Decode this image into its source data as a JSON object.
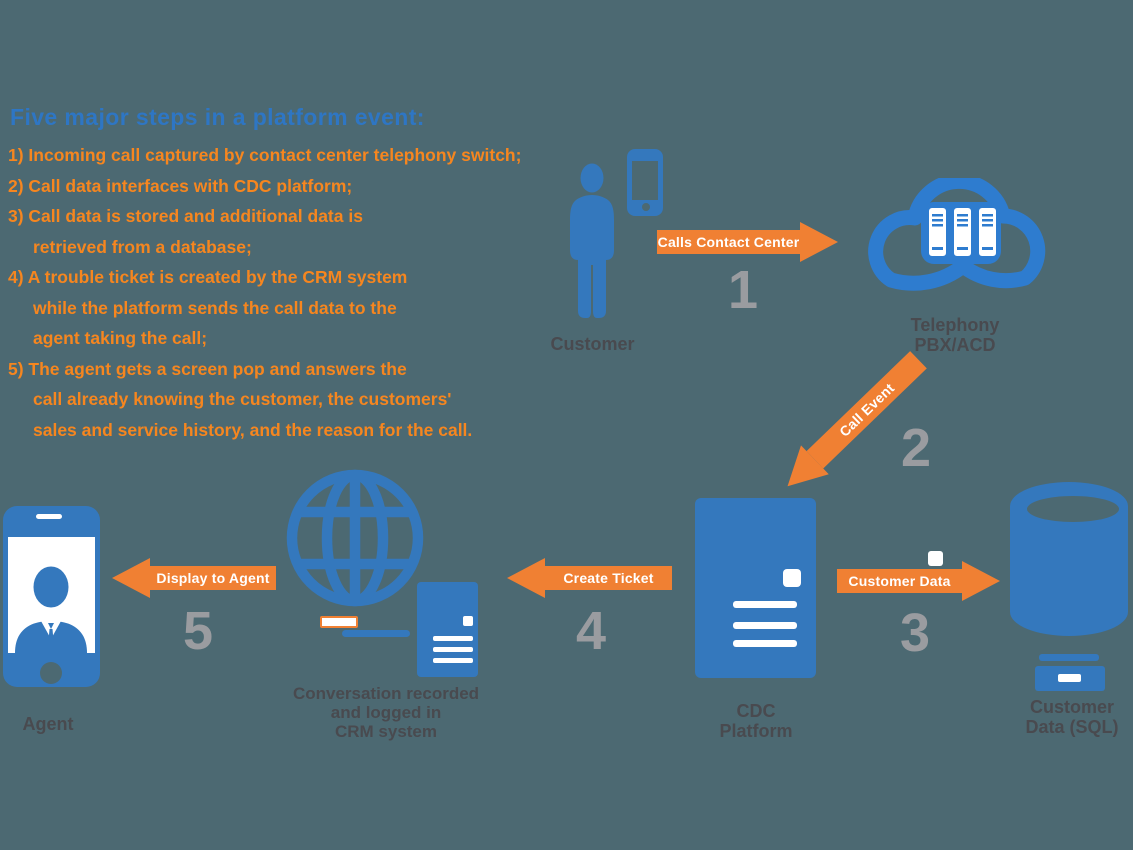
{
  "colors": {
    "background": "#4C6972",
    "icon_blue": "#3478BD",
    "cloud_blue": "#2E7CCF",
    "arrow_orange": "#F08033",
    "steps_orange": "#F6861F",
    "title_blue": "#2E76C4",
    "label_charcoal": "#494A4F",
    "number_gray": "#9A9CA0"
  },
  "intro": {
    "title": "Five major steps in a platform event:",
    "lines": [
      "1) Incoming call captured by contact center telephony switch;",
      "2) Call data interfaces with CDC platform;",
      "3) Call data is stored and additional data is",
      "retrieved from a database;",
      "4) A trouble ticket is created by the CRM system",
      "while the platform sends the call data to the",
      "agent taking the call;",
      "5) The agent gets a screen pop and answers the",
      "call already knowing the customer, the customers'",
      "sales and service history, and the reason for the call."
    ]
  },
  "nodes": {
    "customer": {
      "label": "Customer"
    },
    "telephony": {
      "label_line1": "Telephony",
      "label_line2": "PBX/ACD"
    },
    "cdc": {
      "label_line1": "CDC",
      "label_line2": "Platform"
    },
    "sql": {
      "label_line1": "Customer",
      "label_line2": "Data (SQL)"
    },
    "crm": {
      "label_line1": "Conversation recorded",
      "label_line2": "and logged in",
      "label_line3": "CRM system"
    },
    "agent": {
      "label": "Agent"
    }
  },
  "flows": [
    {
      "number": "1",
      "label": "Calls Contact Center"
    },
    {
      "number": "2",
      "label": "Call Event"
    },
    {
      "number": "3",
      "label": "Customer Data"
    },
    {
      "number": "4",
      "label": "Create Ticket"
    },
    {
      "number": "5",
      "label": "Display to Agent"
    }
  ]
}
